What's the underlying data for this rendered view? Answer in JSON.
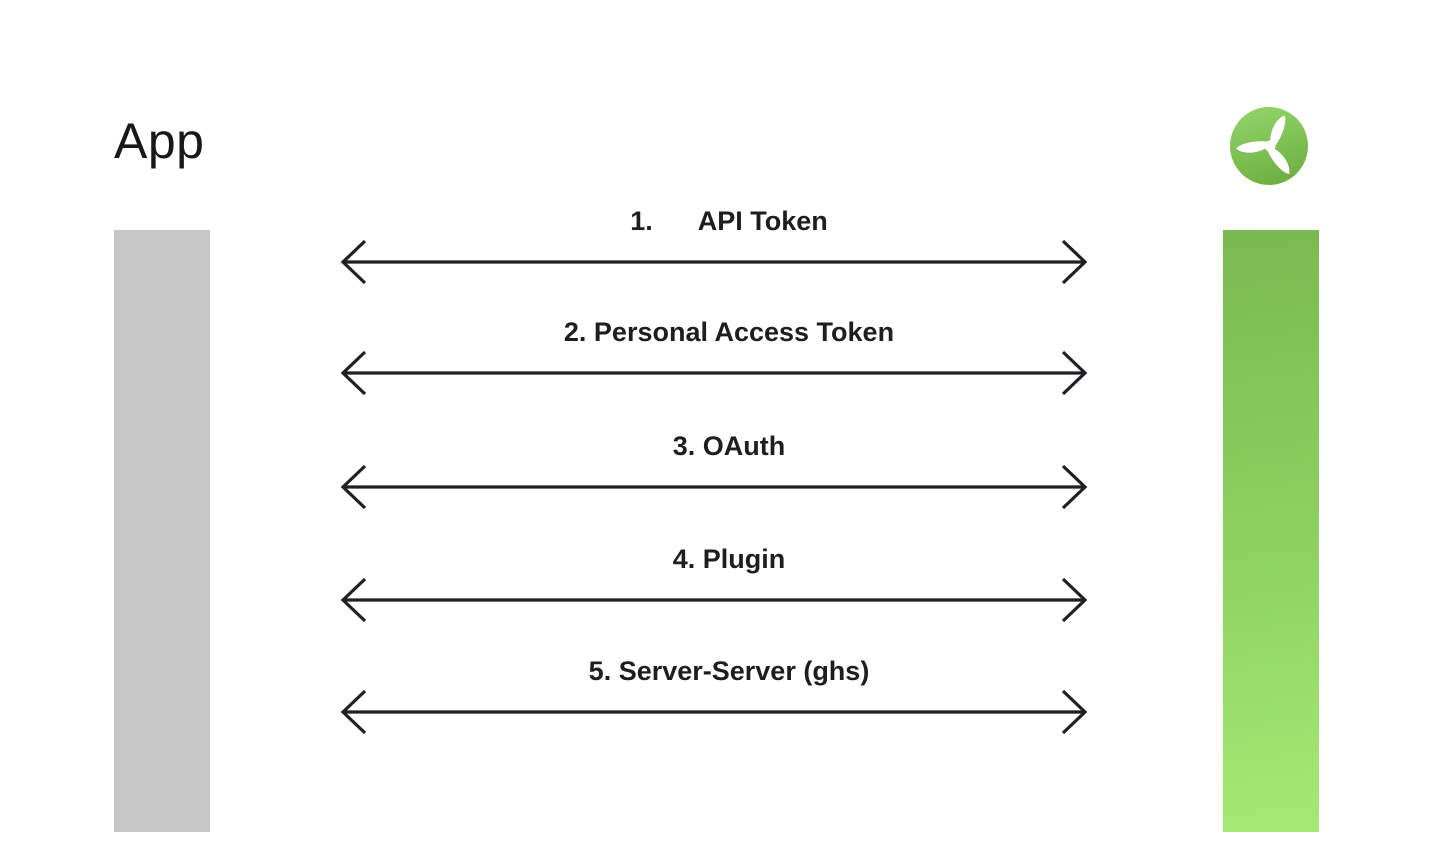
{
  "page": {
    "background_color": "#ffffff"
  },
  "header": {
    "app_title": "App"
  },
  "logo": {
    "name": "propeller-logo",
    "gradient_top": "#93d46a",
    "gradient_bottom": "#6fb041"
  },
  "lanes": {
    "app_bar_color": "#c6c6c6",
    "service_bar_gradient_top": "#7ab94e",
    "service_bar_gradient_bottom": "#a5ea74"
  },
  "arrows": {
    "stroke_color": "#1f2023",
    "items": [
      {
        "label": "1.      API Token"
      },
      {
        "label": "2. Personal Access Token"
      },
      {
        "label": "3. OAuth"
      },
      {
        "label": "4. Plugin"
      },
      {
        "label": "5. Server-Server (ghs)"
      }
    ]
  }
}
